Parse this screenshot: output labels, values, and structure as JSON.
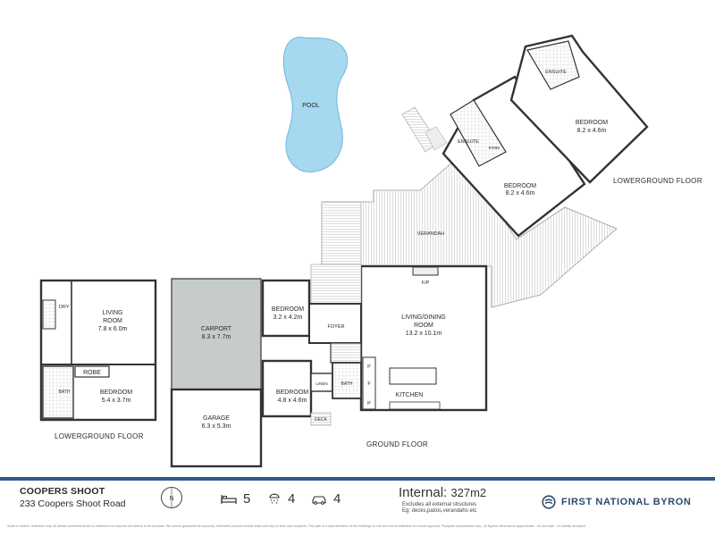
{
  "colors": {
    "wall": "#333333",
    "pool_fill": "#a6d8f0",
    "carport_fill": "#c6ccc8",
    "deck_line": "#bdbdbd",
    "accent_bar": "#2d5a8a",
    "brand": "#2d4a6b"
  },
  "plan": {
    "pool": "POOL",
    "ensuite_1": "ENSUITE",
    "ensuite_2": "ENSUITE",
    "robe_upper": "ROBE",
    "bedroom_upper_right": {
      "name": "BEDROOM",
      "size": "8.2 x 4.6m"
    },
    "bedroom_upper_mid": {
      "name": "BEDROOM",
      "size": "8.2 x 4.6m"
    },
    "lowerground_right": "LOWERGROUND FLOOR",
    "verandah": "VERANDAH",
    "fp": "F/P",
    "living_dining": {
      "line1": "LIVING/DINING",
      "line2": "ROOM",
      "size": "13.2 x 10.1m"
    },
    "kitchen": "KITCHEN",
    "pantry": [
      "P",
      "F",
      "P"
    ],
    "bedroom_g1": {
      "name": "BEDROOM",
      "size": "3.2 x 4.2m"
    },
    "foyer": "FOYER",
    "linen": "LINEN",
    "bath_g": "BATH",
    "bedroom_g2": {
      "name": "BEDROOM",
      "size": "4.8 x 4.6m"
    },
    "deck": "DECK",
    "carport": {
      "name": "CARPORT",
      "size": "8.3 x 7.7m"
    },
    "garage": {
      "name": "GARAGE",
      "size": "6.3 x 5.3m"
    },
    "ground_floor": "GROUND FLOOR",
    "living_room_lg": {
      "line1": "LIVING",
      "line2": "ROOM",
      "size": "7.8 x 6.0m"
    },
    "dry": "DRY",
    "robe_lg": "ROBE",
    "bath_lg": "BATH",
    "bedroom_lg": {
      "name": "BEDROOM",
      "size": "5.4 x 3.7m"
    },
    "lowerground_left": "LOWERGROUND FLOOR"
  },
  "footer": {
    "suburb": "COOPERS SHOOT",
    "address": "233 Coopers Shoot Road",
    "compass_letter": "N",
    "beds": "5",
    "baths": "4",
    "cars": "4",
    "internal_label": "Internal:",
    "internal_value": "327m2",
    "excludes_line1": "Excludes all external structures",
    "excludes_line2": "Eg: decks,patios,verandahs etc",
    "brand": "FIRST NATIONAL BYRON",
    "disclaimer": "Scale in metres. Indicative only. All details contained herein is obtained from sources we believe to be accurate. We cannot guarantee its accuracy. Interested persons should make and rely on their own enquiries. This plan is a representation of the buildings on site and not an indication of council approval. Floorplan authorisation only - all figures/ dimensions approximate - do not scale - no liability accepted."
  },
  "icons": {
    "compass": "compass-icon",
    "bed": "bed-icon",
    "shower": "shower-icon",
    "car": "car-icon",
    "brand_logo": "first-national-logo-icon"
  }
}
